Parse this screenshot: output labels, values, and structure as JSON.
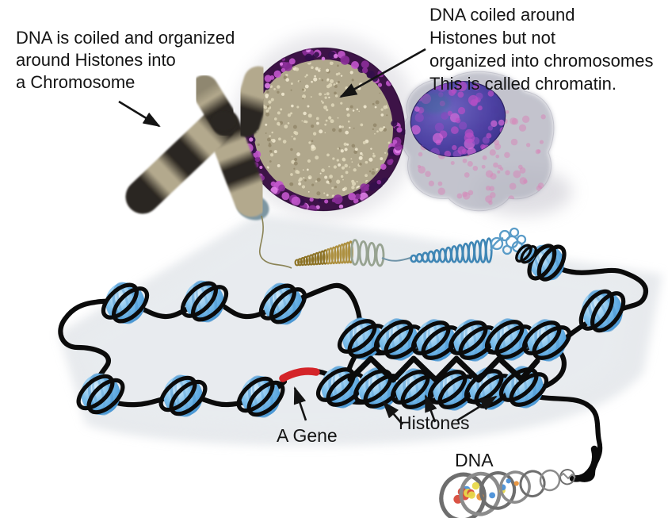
{
  "labels": {
    "chromosome_note": {
      "lines": [
        "DNA is coiled and organized",
        "around Histones into",
        "a Chromosome"
      ]
    },
    "chromatin_note": {
      "lines": [
        "DNA coiled around",
        "Histones but not",
        "organized into chromosomes",
        "This is called chromatin."
      ]
    },
    "gene": "A Gene",
    "histones": "Histones",
    "dna": "DNA"
  },
  "colors": {
    "background": "#ffffff",
    "text": "#141414",
    "strand_black": "#0b0b0b",
    "gene_red": "#d42429",
    "histone_light": "#d9eefb",
    "histone_mid": "#7fc0ec",
    "histone_dark": "#2b72b0",
    "histone_stripe": "#4d97d2",
    "coil_gold": "#9d8432",
    "coil_sage": "#97a391",
    "coil_blue": "#3f86b5",
    "coil_blue_light": "#5a9cc8",
    "chromosome_tan": "#b3a98d",
    "chromosome_dark": "#2b2620",
    "chromosome_tip_blue": "#7d96a2",
    "nucleus_fill_tan": "#b0a78c",
    "nucleus_speckle_light": "#ded6b8",
    "nucleus_speckle_pale": "#efe8ce",
    "nucleus_speckle_dark": "#95896c",
    "nucleus_rim_base": "#3d1347",
    "rim_magenta": "#c257cc",
    "rim_purple": "#8c2f9a",
    "rim_dark": "#33104a",
    "rim_pink": "#e07fe8",
    "cone_gray": "#d4d9df",
    "cell_gray": "#b6b7c3",
    "cell_nucleus_purple": "#463aa0",
    "cell_speckle_pink": "#d883b8",
    "helix_gray": "#7d7d7d",
    "base_colors": [
      "#e8d84a",
      "#6abf4a",
      "#4a90d8",
      "#e8923a",
      "#d84a3a"
    ]
  }
}
